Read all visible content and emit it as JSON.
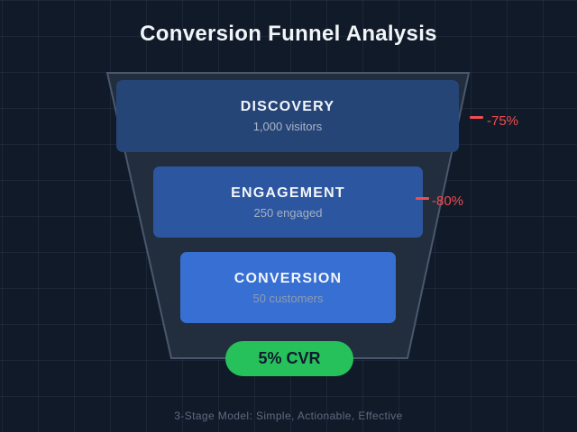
{
  "title": "Conversion Funnel Analysis",
  "footer": "3-Stage Model: Simple, Actionable, Effective",
  "badge": {
    "label": "5% CVR",
    "bg_color": "#27c15c",
    "text_color": "#0f1b2d"
  },
  "annotation_color": "#f14c52",
  "chart_data": {
    "type": "funnel",
    "title": "Conversion Funnel Analysis",
    "caption": "3-Stage Model: Simple, Actionable, Effective",
    "stages": [
      {
        "label": "DISCOVERY",
        "sublabel": "1,000 visitors",
        "value": 1000,
        "unit": "visitors",
        "color": "#264577"
      },
      {
        "label": "ENGAGEMENT",
        "sublabel": "250 engaged",
        "value": 250,
        "unit": "engaged",
        "color": "#2d56a0"
      },
      {
        "label": "CONVERSION",
        "sublabel": "50 customers",
        "value": 50,
        "unit": "customers",
        "color": "#386fd2"
      }
    ],
    "drop_annotations": [
      {
        "label": "-75%",
        "between": [
          "DISCOVERY",
          "ENGAGEMENT"
        ],
        "color": "#f14c52"
      },
      {
        "label": "-80%",
        "between": [
          "ENGAGEMENT",
          "CONVERSION"
        ],
        "color": "#f14c52"
      }
    ],
    "summary_badge": "5% CVR",
    "summary_badge_color": "#27c15c",
    "background_color": "#111a28",
    "legend": "none",
    "grid": true
  }
}
